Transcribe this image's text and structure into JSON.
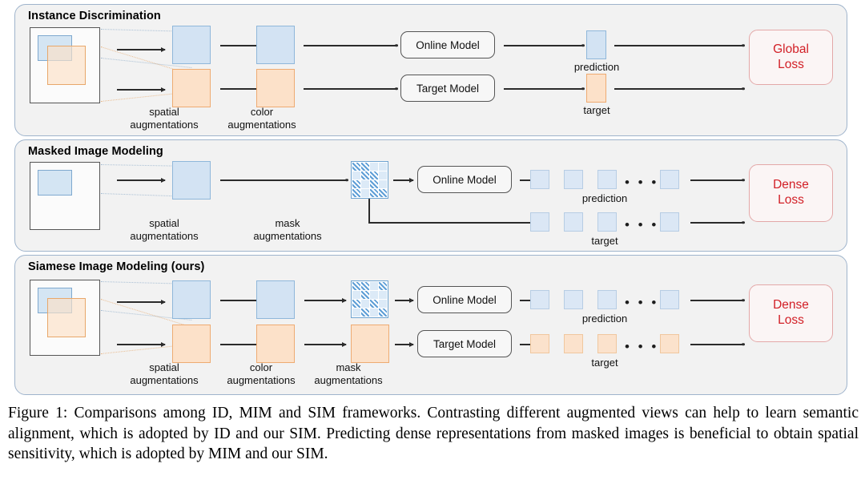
{
  "figure": {
    "caption": "Figure 1: Comparisons among ID, MIM and SIM frameworks. Contrasting different augmented views can help to learn semantic alignment, which is adopted by ID and our SIM. Predicting dense representations from masked images is beneficial to obtain spatial sensitivity, which is adopted by MIM and our SIM.",
    "colors": {
      "panel_bg": "#f2f2f2",
      "panel_border": "#9fb4cc",
      "blue_fill": "#d3e3f3",
      "blue_border": "#8fb7da",
      "orange_fill": "#fce1c9",
      "orange_border": "#eeab72",
      "loss_text": "#d21f26",
      "loss_border": "#e3a8a8",
      "arrow": "#2b2b2b",
      "mask_hatch": "#5e9ed6"
    },
    "dots_glyph": "• • •"
  },
  "panels": [
    {
      "id": "instance-discrimination",
      "title": "Instance Discrimination",
      "stage_labels": [
        {
          "line1": "spatial",
          "line2": "augmentations"
        },
        {
          "line1": "color",
          "line2": "augmentations"
        }
      ],
      "models": [
        "Online Model",
        "Target Model"
      ],
      "output_labels": [
        "prediction",
        "target"
      ],
      "loss": {
        "line1": "Global",
        "line2": "Loss"
      }
    },
    {
      "id": "masked-image-modeling",
      "title": "Masked Image Modeling",
      "stage_labels": [
        {
          "line1": "spatial",
          "line2": "augmentations"
        },
        {
          "line1": "mask",
          "line2": "augmentations"
        }
      ],
      "models": [
        "Online Model"
      ],
      "output_labels": [
        "prediction",
        "target"
      ],
      "loss": {
        "line1": "Dense",
        "line2": "Loss"
      }
    },
    {
      "id": "siamese-image-modeling",
      "title": "Siamese Image Modeling (ours)",
      "stage_labels": [
        {
          "line1": "spatial",
          "line2": "augmentations"
        },
        {
          "line1": "color",
          "line2": "augmentations"
        },
        {
          "line1": "mask",
          "line2": "augmentations"
        }
      ],
      "models": [
        "Online Model",
        "Target Model"
      ],
      "output_labels": [
        "prediction",
        "target"
      ],
      "loss": {
        "line1": "Dense",
        "line2": "Loss"
      }
    }
  ],
  "mask_patterns": {
    "panel2": [
      1,
      1,
      0,
      0,
      0,
      1,
      1,
      0,
      1,
      0,
      1,
      0,
      1,
      0,
      1,
      1
    ],
    "panel3": [
      1,
      1,
      0,
      1,
      0,
      1,
      0,
      0,
      1,
      0,
      1,
      0,
      0,
      1,
      0,
      1
    ]
  }
}
